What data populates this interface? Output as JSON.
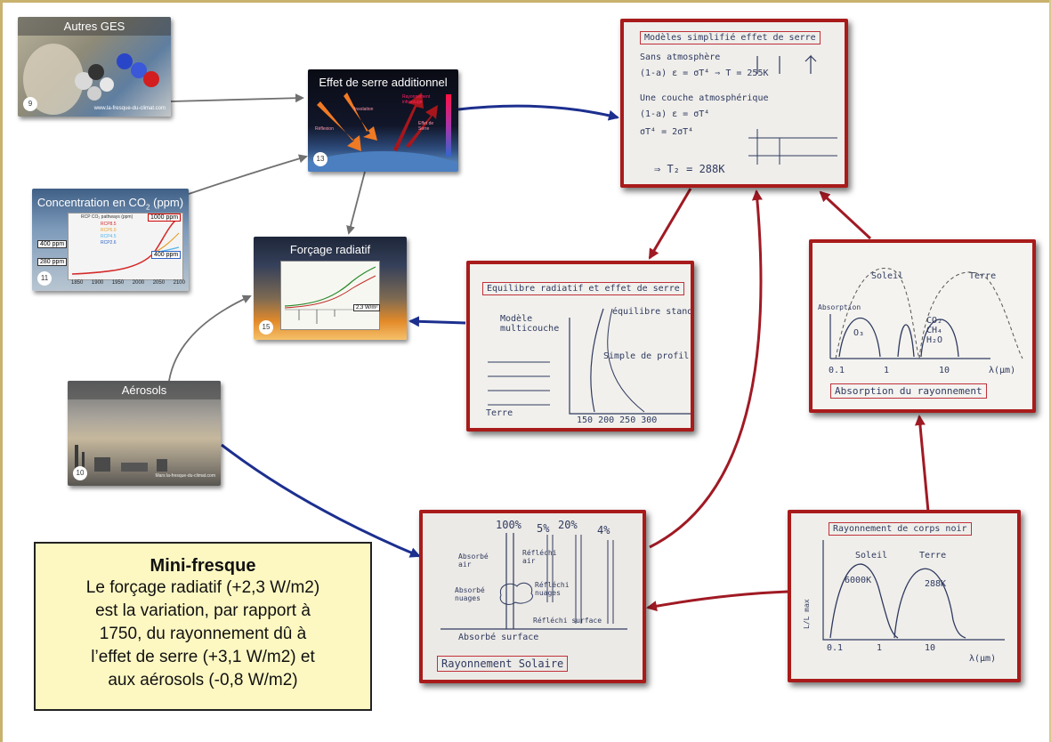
{
  "colors": {
    "frame": "#c9b26e",
    "photo_border": "#a91b1b",
    "arrow_red": "#a01a24",
    "arrow_blue": "#1c2f8f",
    "arrow_gray": "#707070",
    "note_bg": "#fdf8c2"
  },
  "cards": {
    "autres_ges": {
      "title": "Autres GES",
      "num": "9",
      "caption": "www.la-fresque-du-climat.com"
    },
    "effet_serre": {
      "title": "Effet de serre additionnel",
      "num": "13",
      "labels": [
        "Rayonnement infrarouge",
        "Insolation",
        "Réflexion",
        "Effet de Serre"
      ]
    },
    "concentration": {
      "title_pre": "Concentration en CO",
      "title_sub": "2",
      "title_post": " (ppm)",
      "num": "11",
      "chart_title": "RCP CO₂ pathways (ppm)",
      "legend": [
        "RCP8.5",
        "RCP6.0",
        "RCP4.5",
        "RCP2.6"
      ],
      "callouts": [
        "1000 ppm",
        "400 ppm",
        "280 ppm",
        "400 ppm"
      ],
      "xticks": [
        "1850",
        "1900",
        "1950",
        "2000",
        "2050",
        "2100"
      ]
    },
    "forcage": {
      "title": "Forçage radiatif",
      "num": "15",
      "callout": "2,3 W/m²"
    },
    "aerosols": {
      "title": "Aérosols",
      "num": "10",
      "caption": "Mars la-fresque-du-climat.com"
    }
  },
  "photos": {
    "modeles": {
      "title": "Modèles simplifié effet de serre",
      "lines": [
        "Sans atmosphère",
        "(1-a) ε = σT⁴ ⇒ T = 255K",
        "Une couche atmosphérique",
        "(1-a) ε = σT⁴",
        "σT⁴ = 2σT⁴",
        "⇒ T₂ = 288K"
      ]
    },
    "equilibre": {
      "title": "Equilibre radiatif et effet de serre",
      "labels": [
        "Modèle multicouche",
        "équilibre standard",
        "Simple de profil",
        "Terre",
        "150 200 250 300"
      ]
    },
    "absorption": {
      "title": "Absorption du rayonnement",
      "labels": [
        "Soleil",
        "Terre",
        "Absorption",
        "O₃",
        "CO₂ CH₄ H₂O",
        "0.1",
        "1",
        "10",
        "λ(µm)"
      ]
    },
    "solaire": {
      "title": "Rayonnement Solaire",
      "labels": [
        "100%",
        "5%",
        "20%",
        "4%",
        "Absorbé air",
        "Absorbé nuages",
        "Réfléchi air",
        "Réfléchi nuages",
        "Réfléchi surface",
        "Absorbé surface"
      ]
    },
    "corps_noir": {
      "title": "Rayonnement de corps noir",
      "labels": [
        "Soleil",
        "Terre",
        "6000K",
        "288K",
        "0.1",
        "1",
        "10",
        "λ(µm)"
      ]
    }
  },
  "note": {
    "heading": "Mini-fresque",
    "lines": [
      "Le forçage radiatif (+2,3 W/m2)",
      "est la variation, par rapport à",
      "1750, du rayonnement dû à",
      "l’effet de serre (+3,1 W/m2) et",
      "aux aérosols (-0,8 W/m2)"
    ]
  }
}
